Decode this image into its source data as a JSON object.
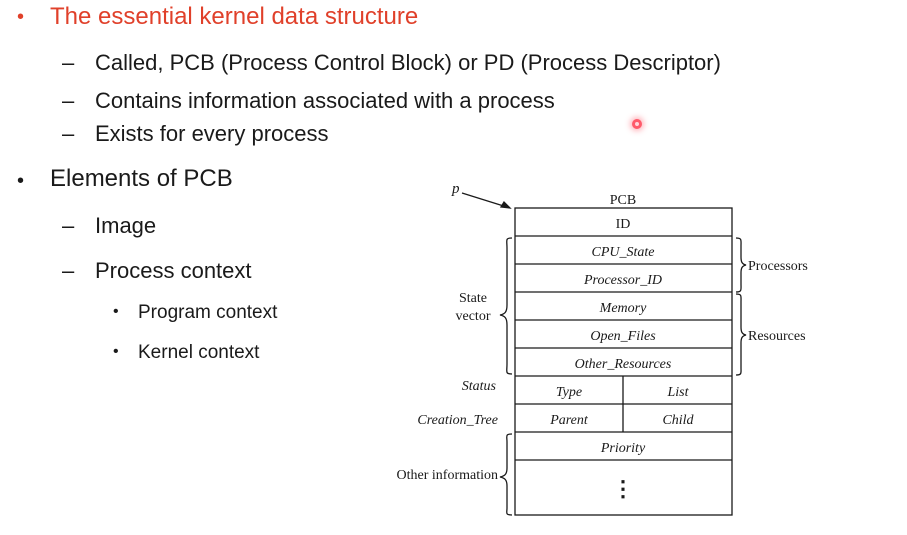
{
  "bullets": {
    "b1": "The essential kernel data structure",
    "b1_subs": [
      "Called, PCB (Process Control Block) or PD (Process Descriptor)",
      "Contains information associated with a process",
      "Exists for every process"
    ],
    "b2": "Elements of PCB",
    "b2_subs": [
      "Image",
      "Process context"
    ],
    "b2_subsubs": [
      "Program context",
      "Kernel context"
    ]
  },
  "glyphs": {
    "bullet": "•",
    "dash": "–"
  },
  "diagram": {
    "pointer_label": "p",
    "title": "PCB",
    "id_row": "ID",
    "state_rows": [
      "CPU_State",
      "Processor_ID",
      "Memory",
      "Open_Files",
      "Other_Resources"
    ],
    "status_cells": [
      "Type",
      "List"
    ],
    "tree_cells": [
      "Parent",
      "Child"
    ],
    "priority": "Priority",
    "ellipsis": "⋮",
    "left_labels": {
      "state_vector": [
        "State",
        "vector"
      ],
      "status": "Status",
      "creation_tree": "Creation_Tree",
      "other_information": "Other information"
    },
    "right_labels": {
      "processors": "Processors",
      "resources": "Resources"
    }
  },
  "colors": {
    "heading_accent": "#e0402a",
    "pointer": "#ff5a6a"
  }
}
